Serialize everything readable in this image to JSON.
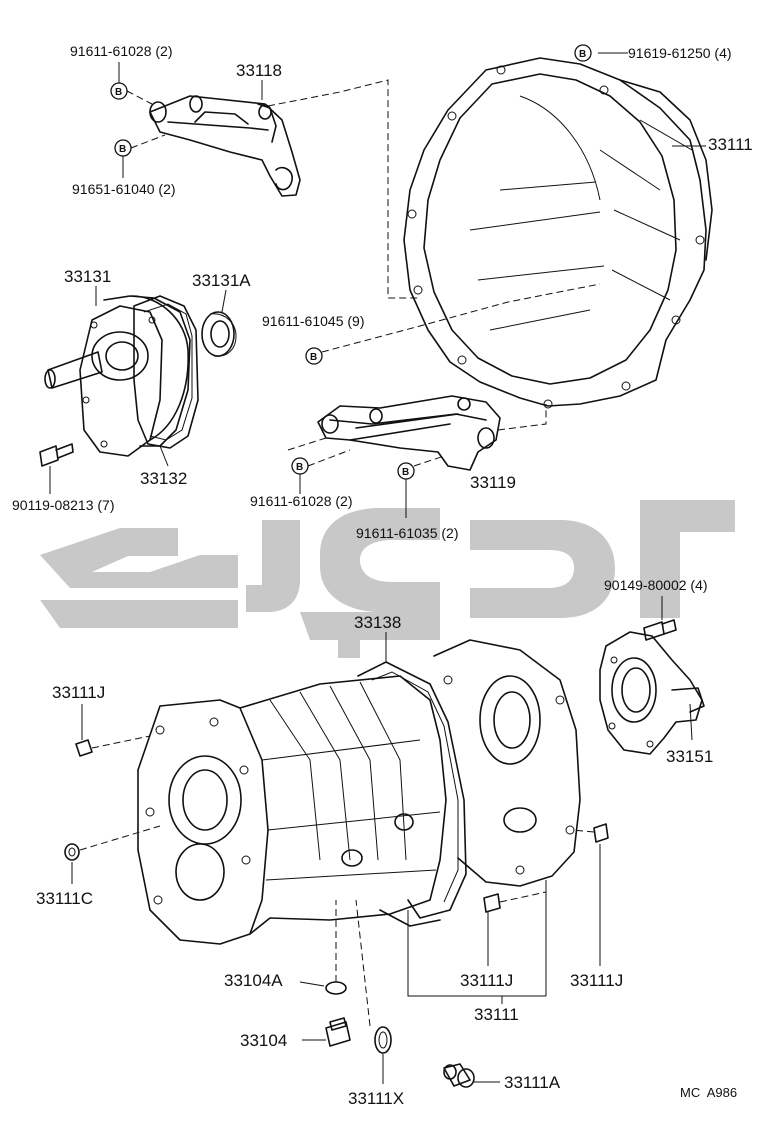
{
  "sheet_ref": "MC  A986",
  "bolt_marker": "B",
  "watermark_color": "#c8c8c8",
  "parts": {
    "p33118": "33118",
    "p33111_top": "33111",
    "p33131": "33131",
    "p33131A": "33131A",
    "p33132": "33132",
    "p33119": "33119",
    "p33138": "33138",
    "p33151": "33151",
    "p33111J_left": "33111J",
    "p33111C": "33111C",
    "p33104A": "33104A",
    "p33104": "33104",
    "p33111X": "33111X",
    "p33111A": "33111A",
    "p33111J_mid": "33111J",
    "p33111J_right": "33111J",
    "p33111_bottom": "33111"
  },
  "fasteners": {
    "f91611_61028_top": "91611-61028 (2)",
    "f91651_61040": "91651-61040 (2)",
    "f91619_61250": "91619-61250 (4)",
    "f91611_61045": "91611-61045 (9)",
    "f90119_08213": "90119-08213 (7)",
    "f91611_61028_mid": "91611-61028 (2)",
    "f91611_61035": "91611-61035 (2)",
    "f90149_80002": "90149-80002 (4)"
  }
}
